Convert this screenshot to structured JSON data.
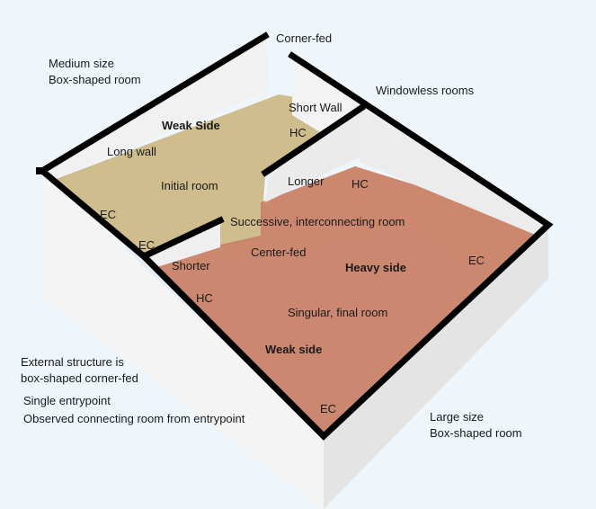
{
  "colors": {
    "background": "#eef5fb",
    "initial_room_floor": "#c9b37a",
    "final_room_floor": "#c97e63",
    "wall": "#f2f2f2",
    "wall_top": "#000000"
  },
  "labels": {
    "corner_fed": "Corner-fed",
    "medium_size": "Medium size",
    "box_shaped_room_1": "Box-shaped room",
    "windowless_rooms": "Windowless rooms",
    "short_wall": "Short Wall",
    "weak_side_top": "Weak Side",
    "hc_1": "HC",
    "long_wall": "Long wall",
    "initial_room": "Initial room",
    "longer": "Longer",
    "hc_2": "HC",
    "ec_1": "EC",
    "successive_room": "Successive, interconnecting room",
    "ec_2": "EC",
    "center_fed": "Center-fed",
    "shorter": "Shorter",
    "heavy_side": "Heavy side",
    "ec_3": "EC",
    "hc_3": "HC",
    "singular_final_room": "Singular, final room",
    "weak_side_bottom": "Weak side",
    "external_line1": "External structure is",
    "external_line2": "box-shaped corner-fed",
    "entry_line1": "Single entrypoint",
    "entry_line2": "Observed connecting room from entrypoint",
    "ec_4": "EC",
    "large_size": "Large size",
    "box_shaped_room_2": "Box-shaped room"
  }
}
